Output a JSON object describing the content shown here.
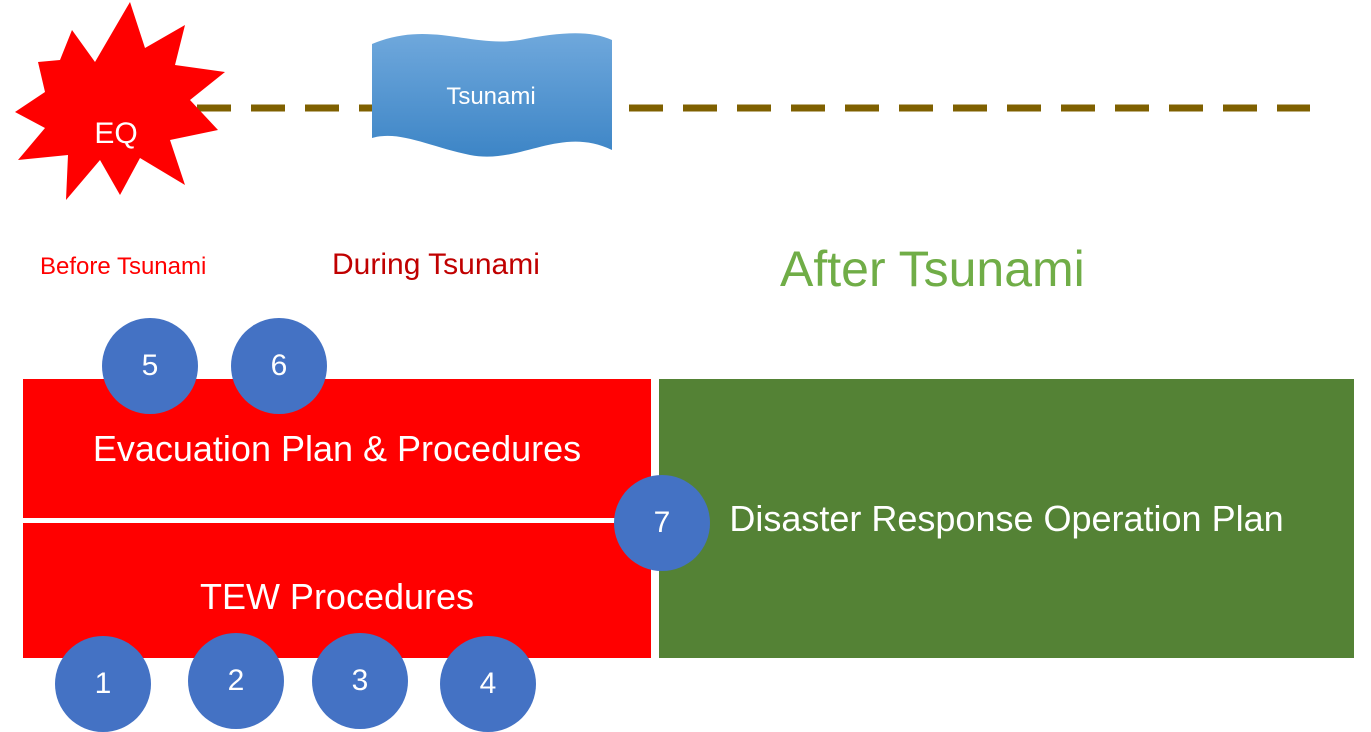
{
  "timeline": {
    "eq_label": "EQ",
    "tsunami_label": "Tsunami",
    "line_color": "#7f6000",
    "eq_color": "#ff0000",
    "tsunami_color": "#5b9bd5"
  },
  "phases": {
    "before": "Before Tsunami",
    "during": "During Tsunami",
    "after": "After Tsunami"
  },
  "boxes": {
    "evacuation": "Evacuation Plan & Procedures",
    "tew": "TEW Procedures",
    "disaster": "Disaster Response Operation Plan"
  },
  "steps": [
    "1",
    "2",
    "3",
    "4",
    "5",
    "6",
    "7"
  ],
  "colors": {
    "red_box": "#ff0000",
    "green_box": "#548235",
    "circle": "#4472c4",
    "before_text": "#ff0000",
    "during_text": "#c00000",
    "after_text": "#70ad47"
  }
}
